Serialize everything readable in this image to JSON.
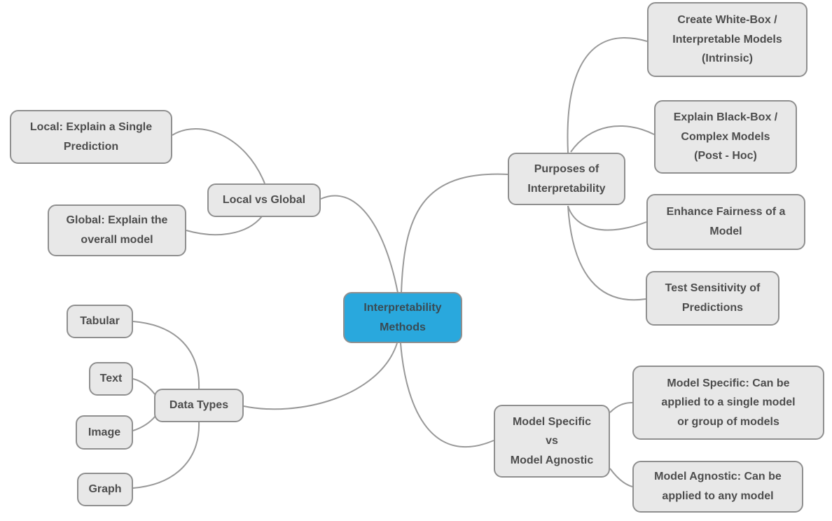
{
  "mindmap": {
    "root": {
      "label": "Interpretability\nMethods"
    },
    "branches": [
      {
        "label": "Local vs Global",
        "children": [
          {
            "label": "Local: Explain a Single\nPrediction"
          },
          {
            "label": "Global: Explain the\noverall model"
          }
        ]
      },
      {
        "label": "Purposes of\nInterpretability",
        "children": [
          {
            "label": "Create White-Box /\nInterpretable Models\n(Intrinsic)"
          },
          {
            "label": "Explain Black-Box /\nComplex Models\n(Post - Hoc)"
          },
          {
            "label": "Enhance Fairness of a\nModel"
          },
          {
            "label": "Test Sensitivity of\nPredictions"
          }
        ]
      },
      {
        "label": "Data Types",
        "children": [
          {
            "label": "Tabular"
          },
          {
            "label": "Text"
          },
          {
            "label": "Image"
          },
          {
            "label": "Graph"
          }
        ]
      },
      {
        "label": "Model Specific\nvs\nModel Agnostic",
        "children": [
          {
            "label": "Model Specific: Can be\napplied to a single model\nor group of models"
          },
          {
            "label": "Model Agnostic: Can be\napplied to any model"
          }
        ]
      }
    ],
    "colors": {
      "background": "#ffffff",
      "root_fill": "#29a8dd",
      "root_text": "#394b54",
      "node_fill": "#e8e8e8",
      "node_border": "#8f8f8f",
      "edge": "#999999",
      "text": "#4d4d4d"
    }
  }
}
